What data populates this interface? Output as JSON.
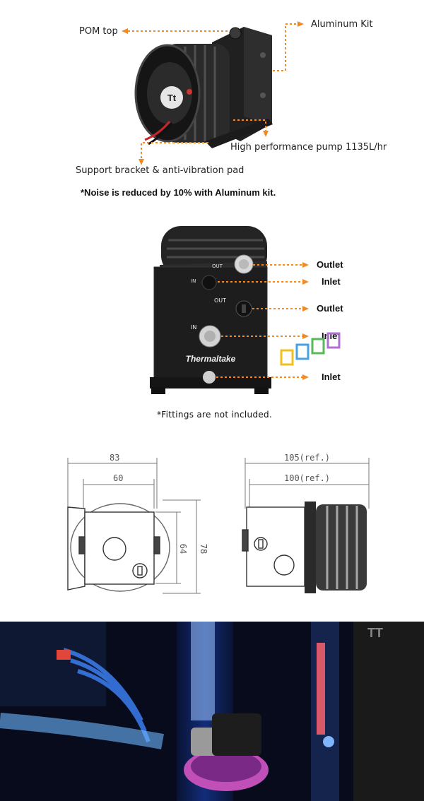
{
  "section1": {
    "labels": {
      "pom_top": "POM top",
      "aluminum_kit": "Aluminum Kit",
      "high_performance_pump": "High performance pump 1135L/hr",
      "support_bracket": "Support bracket & anti-vibration pad"
    },
    "note": "*Noise is reduced by 10% with Aluminum kit.",
    "logo_text": "Tt"
  },
  "section2": {
    "labels": {
      "outlet_top": "Outlet",
      "inlet_top": "Inlet",
      "outlet_side": "Outlet",
      "inlet_side": "Inlet",
      "inlet_bottom": "Inlet"
    },
    "body_marks": {
      "out_top": "OUT",
      "in_top": "IN",
      "out_side": "OUT",
      "in_side": "IN",
      "brand": "Thermaltake"
    },
    "note": "*Fittings are not included."
  },
  "section3": {
    "dims": {
      "width_83": "83",
      "width_60": "60",
      "height_64": "64",
      "height_78": "78",
      "length_105": "105(ref.)",
      "length_100": "100(ref.)"
    }
  },
  "colors": {
    "accent_arrow": "#f08a24",
    "pump_black": "#1c1c1c",
    "photo_blue": "#1e4fd8"
  }
}
